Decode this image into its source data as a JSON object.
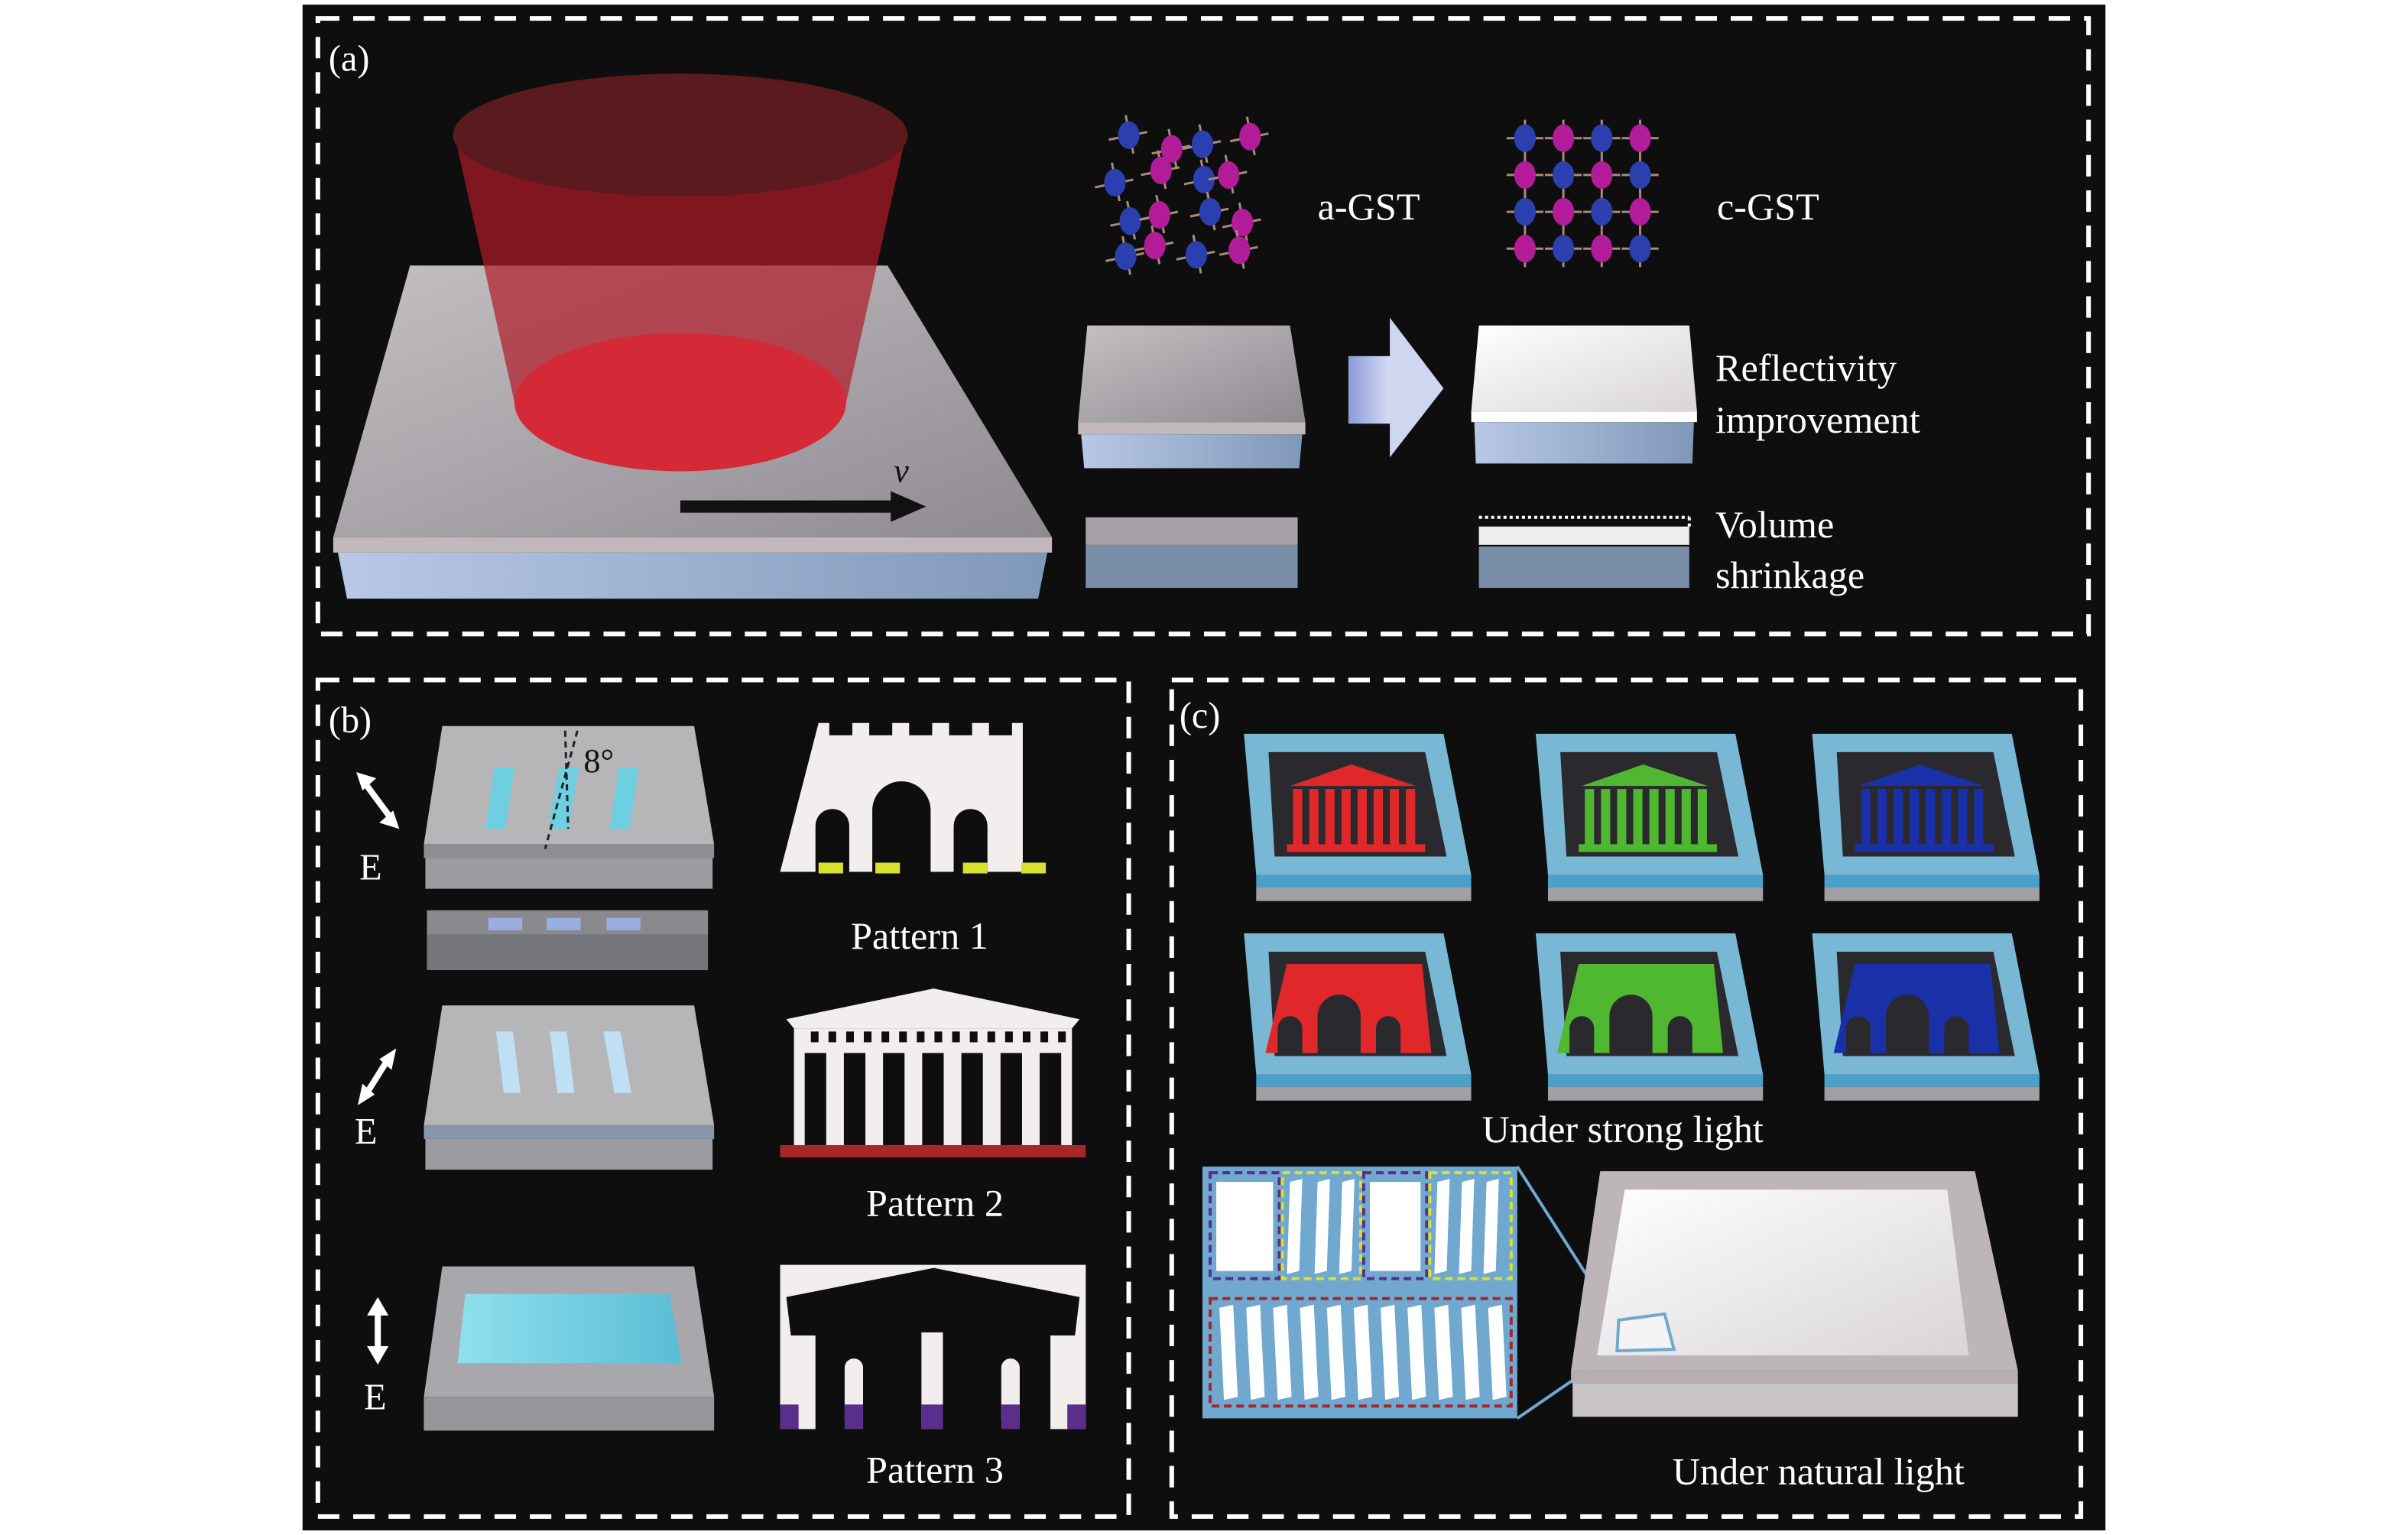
{
  "panel_a": {
    "label": "(a)",
    "velocity_symbol": "v",
    "amorphous_label": "a-GST",
    "crystalline_label": "c-GST",
    "reflectivity_line1": "Reflectivity",
    "reflectivity_line2": "improvement",
    "volume_line1": "Volume",
    "volume_line2": "shrinkage"
  },
  "panel_b": {
    "label": "(b)",
    "angle_label": "8°",
    "field_labels": [
      "E",
      "E",
      "E"
    ],
    "patterns": [
      "Pattern 1",
      "Pattern 2",
      "Pattern 3"
    ]
  },
  "panel_c": {
    "label": "(c)",
    "strong_light_caption": "Under strong light",
    "natural_light_caption": "Under natural light"
  },
  "colors": {
    "background": "#0e0e0e",
    "laser": "#d0283a",
    "atom_blue": "#2b3fae",
    "atom_magenta": "#b21c98",
    "pattern1_base": "#d8e030",
    "pattern2_base": "#a8262a",
    "pattern3_base": "#5a2e8c",
    "tile_red": "#e0282a",
    "tile_green": "#50b830",
    "tile_blue": "#1a30a8"
  }
}
